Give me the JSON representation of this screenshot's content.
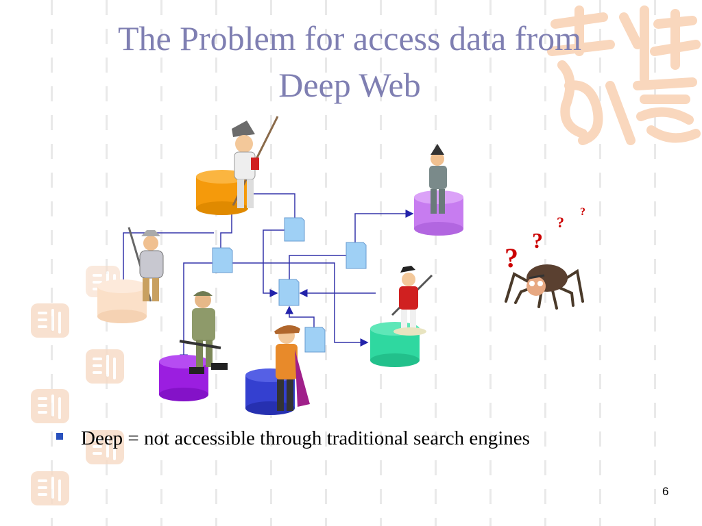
{
  "slide": {
    "title_line1": "The Problem for access data from",
    "title_line2": "Deep Web",
    "bullet": "Deep = not accessible through traditional search engines",
    "slide_number": "6"
  },
  "decor": {
    "seal_icon": "chinese-calligraphy-seal"
  },
  "diagram": {
    "question_marks": [
      "?",
      "?",
      "?",
      "?"
    ],
    "databases": [
      {
        "name": "orange",
        "color": "#f59a0b"
      },
      {
        "name": "violet",
        "color": "#c77cf0"
      },
      {
        "name": "peach",
        "color": "#fbe0c8"
      },
      {
        "name": "teal",
        "color": "#2fd8a0"
      },
      {
        "name": "purple",
        "color": "#9b1ee0"
      },
      {
        "name": "blue",
        "color": "#3440d0"
      }
    ]
  }
}
